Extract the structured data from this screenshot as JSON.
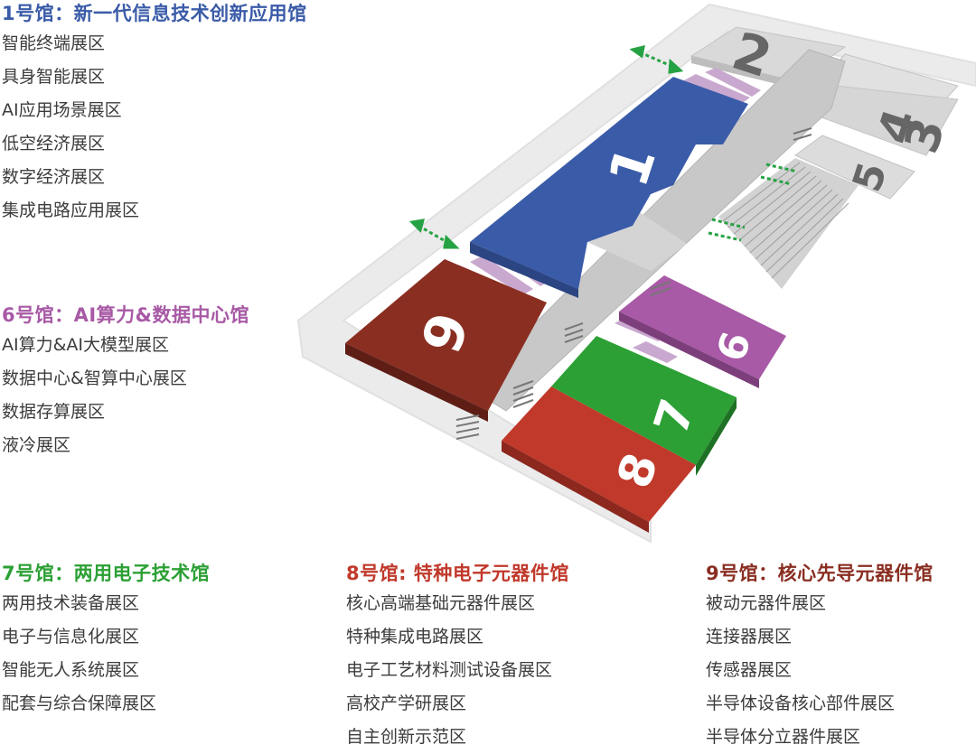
{
  "halls": [
    {
      "num": "1",
      "title": "1号馆：新一代信息技术创新应用馆",
      "color": "#3a5ba8",
      "zones": [
        "智能终端展区",
        "具身智能展区",
        "AI应用场景展区",
        "低空经济展区",
        "数字经济展区",
        "集成电路应用展区"
      ]
    },
    {
      "num": "6",
      "title": "6号馆：AI算力&数据中心馆",
      "color": "#a85aa6",
      "zones": [
        "AI算力&AI大模型展区",
        "数据中心&智算中心展区",
        "数据存算展区",
        "液冷展区"
      ]
    },
    {
      "num": "7",
      "title": "7号馆：两用电子技术馆",
      "color": "#2ca035",
      "zones": [
        "两用技术装备展区",
        "电子与信息化展区",
        "智能无人系统展区",
        "配套与综合保障展区"
      ]
    },
    {
      "num": "8",
      "title": "8号馆: 特种电子元器件馆",
      "color": "#c0392b",
      "zones": [
        "核心高端基础元器件展区",
        "特种集成电路展区",
        "电子工艺材料测试设备展区",
        "高校产学研展区",
        "自主创新示范区"
      ]
    },
    {
      "num": "9",
      "title": "9号馆：核心先导元器件馆",
      "color": "#8a2e22",
      "zones": [
        "被动元器件展区",
        "连接器展区",
        "传感器展区",
        "半导体设备核心部件展区",
        "半导体分立器件展区"
      ]
    }
  ],
  "other_halls": [
    "2",
    "3",
    "4",
    "5"
  ],
  "colors": {
    "road": "#e3e3e3",
    "concourse": "#c8c8c8",
    "grey_hall": "#d7d7d7",
    "bridge": "#c9a8cf",
    "arrow": "#25a243"
  }
}
